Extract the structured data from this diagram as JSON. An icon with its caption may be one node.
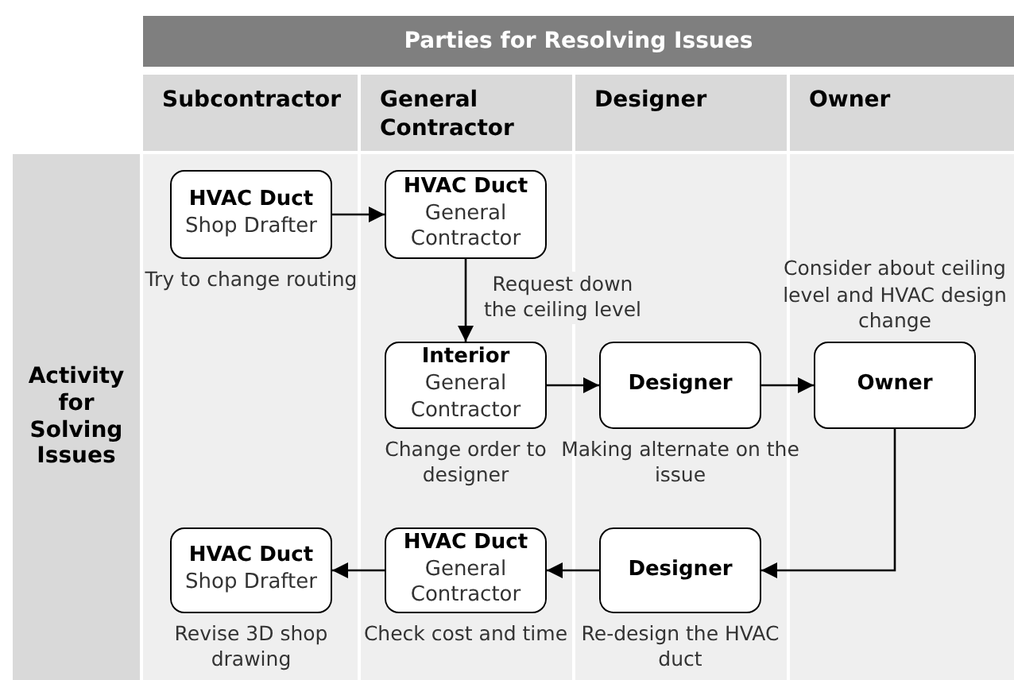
{
  "diagram": {
    "nodes": [
      {
        "text": [
          "HVAC Duct",
          "Shop Drafter"
        ],
        "beside": [
          "Try to change routing"
        ]
      },
      {
        "text": [
          "HVAC Duct",
          "General Contractor"
        ]
      },
      {
        "text": [
          "Interior",
          "General Contractor"
        ],
        "beside": [
          "Change order to designer"
        ]
      },
      {
        "text": [
          "Designer"
        ],
        "beside": [
          "Making alternate on the issue"
        ]
      },
      {
        "text": [
          "Owner"
        ],
        "beside": [
          "Consider about ceiling level and HVAC design change"
        ]
      },
      {
        "text": [
          "Designer"
        ],
        "beside": [
          "Re-design the HVAC duct"
        ]
      },
      {
        "text": [
          "HVAC Duct",
          "General Contractor"
        ],
        "beside": [
          "Check cost and time"
        ]
      },
      {
        "text": [
          "HVAC Duct",
          "Shop Drafter"
        ],
        "beside": [
          "Revise 3D shop drawing"
        ]
      }
    ],
    "edges": [
      {
        "from": 0,
        "to": 1,
        "arrow": "to"
      },
      {
        "from": 1,
        "to": 2,
        "arrow": "to",
        "label": "Request down the ceiling level"
      },
      {
        "from": 2,
        "to": 3,
        "arrow": "to"
      },
      {
        "from": 3,
        "to": 4,
        "arrow": "to"
      },
      {
        "from": 4,
        "to": 5,
        "arrow": "to"
      },
      {
        "from": 5,
        "to": 6,
        "arrow": "to"
      },
      {
        "from": 6,
        "to": 7,
        "arrow": "to"
      }
    ],
    "labels": [
      "Parties for Resolving Issues",
      "Subcontractor",
      "General Contractor",
      "Designer",
      "Owner",
      "Activity for Solving Issues"
    ]
  }
}
